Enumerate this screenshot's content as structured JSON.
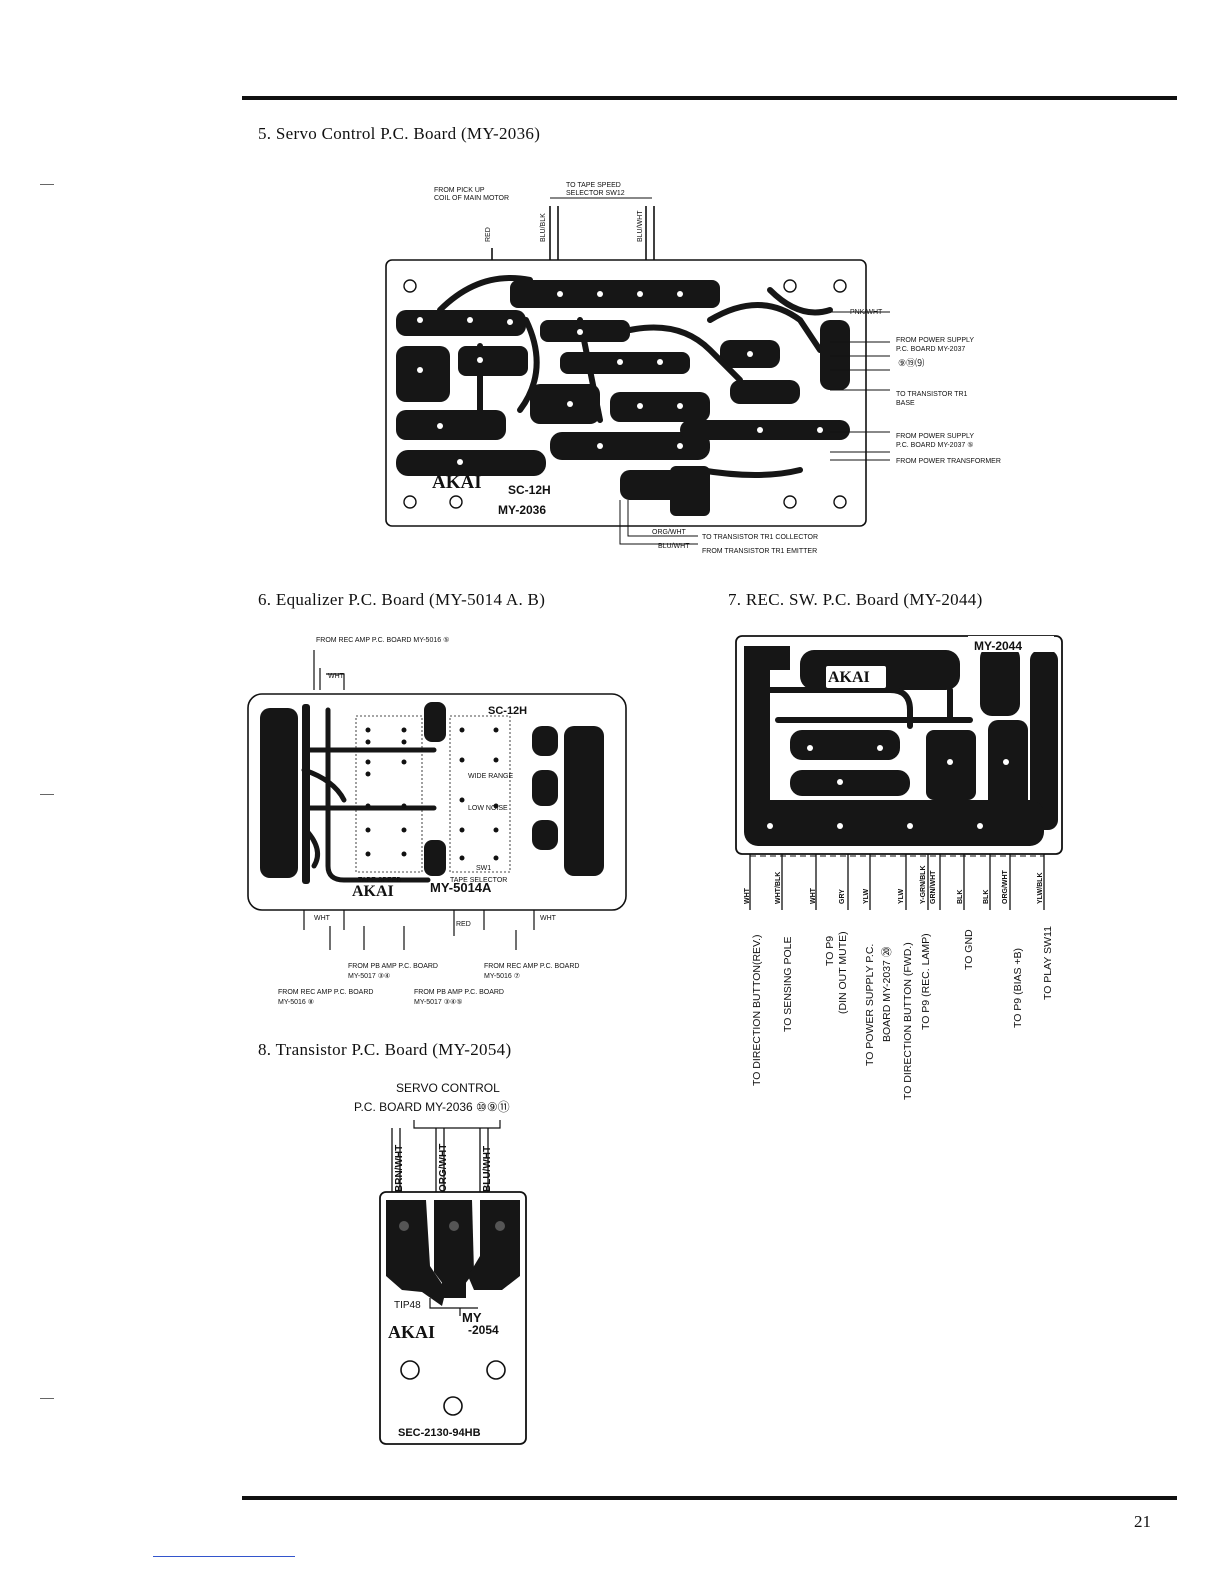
{
  "page": {
    "number": "21"
  },
  "sections": {
    "servo": {
      "caption": "5. Servo Control P.C. Board (MY-2036)",
      "brand": "AKAI",
      "model": "MY-2036",
      "code": "SC-12H",
      "labels": {
        "from_pickup": "FROM PICK UP",
        "coil_main": "COIL OF MAIN MOTOR",
        "to_tape_speed": "TO TAPE SPEED",
        "selector_sw12": "SELECTOR SW12",
        "red": "RED",
        "blu_blk": "BLU/BLK",
        "blu_wht": "BLU/WHT",
        "pnk_wht": "PNK/WHT",
        "from_power_supply_1": "FROM POWER SUPPLY",
        "pc_board_2037_1": "P.C. BOARD MY-2037",
        "refs_1": "⑨⑲⑼",
        "to_tr1_base": "TO TRANSISTOR TR1",
        "base": "BASE",
        "from_power_supply_2": "FROM POWER SUPPLY",
        "pc_board_2037_2": "P.C. BOARD MY-2037 ⑤",
        "from_power_transformer": "FROM POWER TRANSFORMER",
        "to_tr1_collector": "TO TRANSISTOR TR1 COLLECTOR",
        "from_tr1_emitter": "FROM TRANSISTOR TR1 EMITTER",
        "org_wht": "ORG/WHT",
        "blu_wht2": "BLU/WHT"
      }
    },
    "equalizer": {
      "caption": "6. Equalizer P.C. Board (MY-5014 A. B)",
      "brand": "AKAI",
      "model": "MY-5014A",
      "code": "SC-12H",
      "labels": {
        "from_rec_top": "FROM REC AMP P.C. BOARD MY-5016 ⑤",
        "wide_range": "WIDE RANGE",
        "low_noise": "LOW NOISE",
        "tape_speed": "TAPE SPEED",
        "sw1": "SW1",
        "tape_selector": "TAPE SELECTOR",
        "wht": "WHT",
        "red": "RED",
        "from_pb_1": "FROM PB AMP P.C. BOARD",
        "my5017_1": "MY-5017 ③④",
        "from_rec_right": "FROM REC AMP P.C. BOARD",
        "my5016_r": "MY-5016 ⑦",
        "from_rec_bottom": "FROM REC AMP P.C. BOARD",
        "my5016_b": "MY-5016 ⑧",
        "from_pb_2": "FROM PB AMP P.C. BOARD",
        "my5017_2": "MY-5017 ③④⑤"
      }
    },
    "rec_sw": {
      "caption": "7. REC. SW. P.C. Board (MY-2044)",
      "brand": "AKAI",
      "model": "MY-2044",
      "wire_colors": [
        "WHT",
        "WHT/BLK",
        "WHT",
        "GRY",
        "YLW",
        "YLW",
        "GRN/WHT",
        "Y-GRN/BLK",
        "BLK",
        "BLK",
        "ORG/WHT",
        "YLW/BLK"
      ],
      "destinations": [
        "TO DIRECTION BUTTON(REV.)",
        "TO SENSING POLE",
        "TO P9",
        "(DIN OUT MUTE)",
        "TO POWER SUPPLY P.C.",
        "BOARD MY-2037 ⑳",
        "TO DIRECTION BUTTON (FWD.)",
        "TO P9 (REC. LAMP)",
        "TO GND",
        "TO P9 (BIAS +B)",
        "TO PLAY SW11"
      ]
    },
    "transistor": {
      "caption": "8. Transistor P.C. Board (MY-2054)",
      "brand": "AKAI",
      "model_top": "MY",
      "model_bottom": "-2054",
      "part": "TIP48",
      "code": "SEC-2130-94HB",
      "header_1": "SERVO CONTROL",
      "header_2": "P.C. BOARD MY-2036 ⑩⑨⑪",
      "wires": [
        "BRN/WHT",
        "ORG/WHT",
        "BLU/WHT"
      ]
    }
  }
}
